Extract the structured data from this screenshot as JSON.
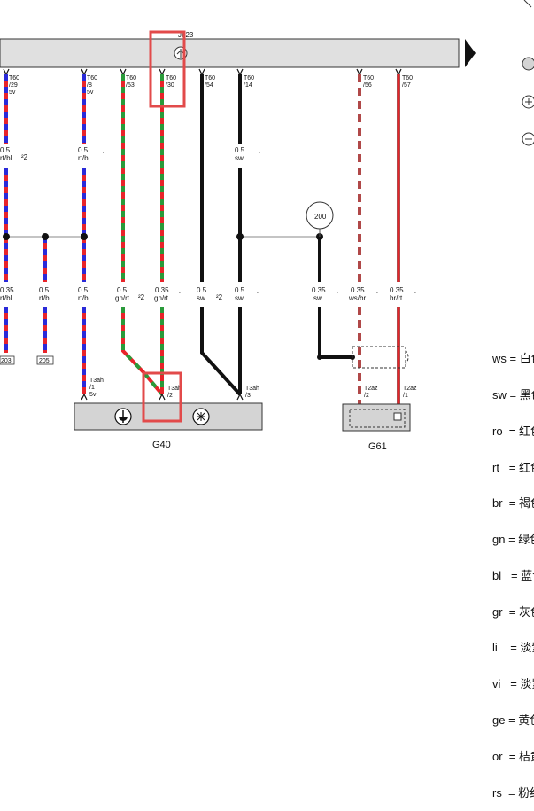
{
  "bus_label": "J623",
  "component_g40": "G40",
  "component_g61": "G61",
  "junction_label": "200",
  "badge_1": "203",
  "badge_2": "205",
  "top_pins": [
    {
      "id": "p1",
      "lines": [
        "T60",
        "/29",
        "5v"
      ]
    },
    {
      "id": "p2",
      "lines": [
        "T60",
        "/8",
        "5v"
      ]
    },
    {
      "id": "p3",
      "lines": [
        "T60",
        "/53"
      ]
    },
    {
      "id": "p4",
      "lines": [
        "T60",
        "/30"
      ]
    },
    {
      "id": "p5",
      "lines": [
        "T60",
        "/54"
      ]
    },
    {
      "id": "p6",
      "lines": [
        "T60",
        "/14"
      ]
    },
    {
      "id": "p7",
      "lines": [
        "T60",
        "/56"
      ]
    },
    {
      "id": "p8",
      "lines": [
        "T60",
        "/57"
      ]
    }
  ],
  "upper_wire_labels": [
    {
      "id": "u1",
      "lines": [
        "0.5",
        "rt/bl"
      ],
      "suffix": "²2"
    },
    {
      "id": "u2",
      "lines": [
        "0.5",
        "rt/bl"
      ],
      "suffix": "´"
    },
    {
      "id": "u3",
      "lines": [
        "0.5",
        "sw"
      ],
      "suffix": "´"
    }
  ],
  "lower_wire_labels": [
    {
      "id": "l1",
      "lines": [
        "0.35",
        "rt/bl"
      ]
    },
    {
      "id": "l2",
      "lines": [
        "0.5",
        "rt/bl"
      ]
    },
    {
      "id": "l3",
      "lines": [
        "0.5",
        "rt/bl"
      ]
    },
    {
      "id": "l4",
      "lines": [
        "0.5",
        "gn/rt"
      ],
      "suffix": "²2"
    },
    {
      "id": "l5",
      "lines": [
        "0.35",
        "gn/rt"
      ],
      "suffix": "´"
    },
    {
      "id": "l6",
      "lines": [
        "0.5",
        "sw"
      ],
      "suffix": "²2"
    },
    {
      "id": "l7",
      "lines": [
        "0.5",
        "sw"
      ],
      "suffix": "´"
    },
    {
      "id": "l8",
      "lines": [
        "0.35",
        "sw"
      ],
      "suffix": "´"
    },
    {
      "id": "l9",
      "lines": [
        "0.35",
        "ws/br"
      ],
      "suffix": "´"
    },
    {
      "id": "l10",
      "lines": [
        "0.35",
        "br/rt"
      ],
      "suffix": "´"
    }
  ],
  "bottom_pins": [
    {
      "id": "b1",
      "lines": [
        "T3ah",
        "/1",
        "5v"
      ]
    },
    {
      "id": "b2",
      "lines": [
        "T3ah",
        "/2"
      ]
    },
    {
      "id": "b3",
      "lines": [
        "T3ah",
        "/3"
      ]
    },
    {
      "id": "b4",
      "lines": [
        "T2az",
        "/2"
      ]
    },
    {
      "id": "b5",
      "lines": [
        "T2az",
        "/1"
      ]
    }
  ],
  "legend": [
    {
      "code": "ws",
      "text": "ws = 白色"
    },
    {
      "code": "sw",
      "text": "sw = 黑色"
    },
    {
      "code": "ro",
      "text": "ro  = 红色"
    },
    {
      "code": "rt",
      "text": "rt   = 红色"
    },
    {
      "code": "br",
      "text": "br  = 褐色"
    },
    {
      "code": "gn",
      "text": "gn = 绿色"
    },
    {
      "code": "bl",
      "text": "bl   = 蓝色"
    },
    {
      "code": "gr",
      "text": "gr  = 灰色"
    },
    {
      "code": "li",
      "text": "li    = 淡紫色"
    },
    {
      "code": "vi",
      "text": "vi   = 淡紫色"
    },
    {
      "code": "ge",
      "text": "ge = 黄色"
    },
    {
      "code": "or",
      "text": "or  = 桔黄色"
    },
    {
      "code": "rs",
      "text": "rs  = 粉红色"
    }
  ],
  "colors": {
    "red": "#e8242a",
    "blue": "#2a2ad8",
    "green": "#2a9a3a",
    "black": "#111111",
    "brown": "#b04848",
    "highlight": "#e24a4a",
    "bus_fill": "#e0e0e0",
    "component_fill": "#d4d4d4"
  }
}
